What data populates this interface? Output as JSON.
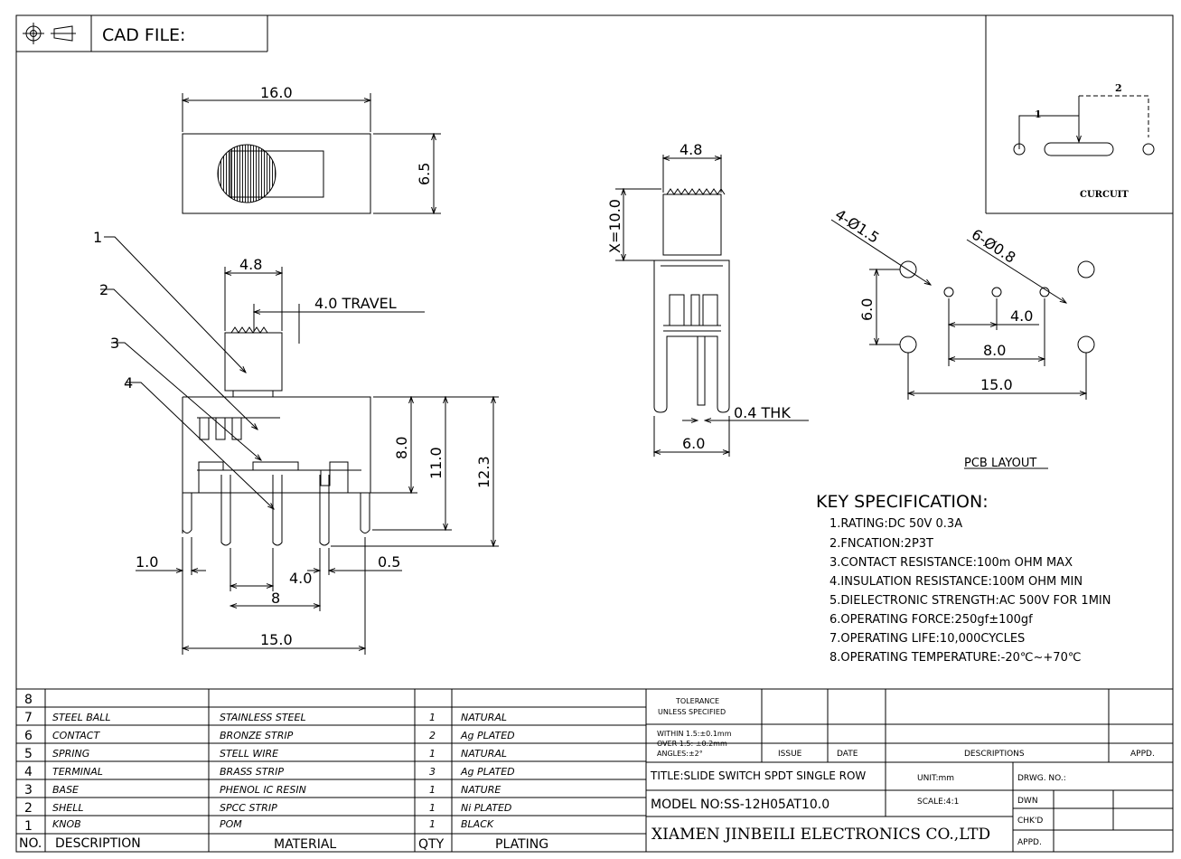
{
  "header": {
    "cad_file_label": "CAD FILE:"
  },
  "top_view": {
    "width_dim": "16.0",
    "height_dim": "6.5"
  },
  "side_view": {
    "callouts": [
      "1",
      "2",
      "3",
      "4"
    ],
    "knob_width_dim": "4.8",
    "travel_dim": "4.0 TRAVEL",
    "height_dims": [
      "8.0",
      "11.0",
      "12.3"
    ],
    "pin_dim": "1.0",
    "pitch_small": "4.0",
    "pin_thk_dim": "0.5",
    "pitch_mid": "8",
    "overall_dim": "15.0"
  },
  "end_view": {
    "knob_dim": "4.8",
    "x_dim": "X=10.0",
    "thk_dim": "0.4  THK",
    "base_dim": "6.0"
  },
  "pcb": {
    "hole_big": "4-Ø1.5",
    "hole_small": "6-Ø0.8",
    "dim_6": "6.0",
    "dim_4": "4.0",
    "dim_8": "8.0",
    "dim_15": "15.0",
    "title": "PCB LAYOUT"
  },
  "circuit": {
    "label": "CURCUIT",
    "pin1": "1",
    "pin2": "2"
  },
  "key_spec": {
    "title": "KEY SPECIFICATION:",
    "items": [
      "1.RATING:DC 50V 0.3A",
      "2.FNCATION:2P3T",
      "3.CONTACT RESISTANCE:100m OHM MAX",
      "4.INSULATION RESISTANCE:100M OHM MIN",
      "5.DIELECTRONIC STRENGTH:AC 500V FOR 1MIN",
      "6.OPERATING FORCE:250gf±100gf",
      "7.OPERATING LIFE:10,000CYCLES",
      "8.OPERATING TEMPERATURE:-20℃~+70℃"
    ]
  },
  "bom": {
    "header": {
      "no": "NO.",
      "description": "DESCRIPTION",
      "material": "MATERIAL",
      "qty": "QTY",
      "plating": "PLATING"
    },
    "rows": [
      {
        "no": "8",
        "description": "",
        "material": "",
        "qty": "",
        "plating": ""
      },
      {
        "no": "7",
        "description": "STEEL BALL",
        "material": "STAINLESS STEEL",
        "qty": "1",
        "plating": "NATURAL"
      },
      {
        "no": "6",
        "description": "CONTACT",
        "material": "BRONZE STRIP",
        "qty": "2",
        "plating": "Ag PLATED"
      },
      {
        "no": "5",
        "description": "SPRING",
        "material": "STELL WIRE",
        "qty": "1",
        "plating": "NATURAL"
      },
      {
        "no": "4",
        "description": "TERMINAL",
        "material": "BRASS STRIP",
        "qty": "3",
        "plating": "Ag PLATED"
      },
      {
        "no": "3",
        "description": "BASE",
        "material": "PHENOL IC RESIN",
        "qty": "1",
        "plating": "NATURE"
      },
      {
        "no": "2",
        "description": "SHELL",
        "material": "SPCC STRIP",
        "qty": "1",
        "plating": "Ni PLATED"
      },
      {
        "no": "1",
        "description": "KNOB",
        "material": "POM",
        "qty": "1",
        "plating": "BLACK"
      }
    ]
  },
  "title_block": {
    "tolerance_title": "TOLERANCE",
    "tolerance_sub": "UNLESS SPECIFIED",
    "tol_lines": [
      "WITHIN 1.5:±0.1mm",
      "OVER 1.5: ±0.2mm",
      "ANGLES:±2°"
    ],
    "issue": "ISSUE",
    "date": "DATE",
    "descriptions": "DESCRIPTIONS",
    "appd": "APPD.",
    "title": "TITLE:SLIDE SWITCH SPDT SINGLE ROW",
    "unit": "UNIT:mm",
    "drwg_no": "DRWG. NO.:",
    "model": "MODEL NO:SS-12H05AT10.0",
    "scale": "SCALE:4:1",
    "dwn": "DWN",
    "chkd": "CHK'D",
    "appd2": "APPD.",
    "company": "XIAMEN JINBEILI ELECTRONICS CO.,LTD"
  }
}
